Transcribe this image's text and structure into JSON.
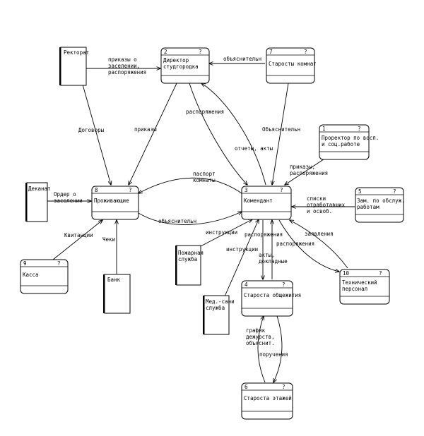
{
  "processes": {
    "p2": {
      "num": "2",
      "q": "?",
      "lines": [
        "Директор",
        "студгородка"
      ]
    },
    "p7": {
      "num": "7",
      "q": "?",
      "lines": [
        "Старосты комнат"
      ]
    },
    "p1": {
      "num": "1",
      "q": "?",
      "lines": [
        "Проректор по восп.",
        "и соц.работе"
      ]
    },
    "p8": {
      "num": "8",
      "q": "?",
      "lines": [
        "Проживающие"
      ]
    },
    "p3": {
      "num": "3",
      "q": "?",
      "lines": [
        "Комендант"
      ]
    },
    "p5": {
      "num": "5",
      "q": "?",
      "lines": [
        "Зам. по обслуж.",
        "работам"
      ]
    },
    "p9": {
      "num": "9",
      "q": "?",
      "lines": [
        "Касса"
      ]
    },
    "p10": {
      "num": "10",
      "q": "?",
      "lines": [
        "Технический",
        "персонал"
      ]
    },
    "p4": {
      "num": "4",
      "q": "?",
      "lines": [
        "Староста общежития"
      ]
    },
    "p6": {
      "num": "6",
      "q": "?",
      "lines": [
        "Староста этажей"
      ]
    }
  },
  "externals": {
    "rectorat": {
      "lines": [
        "Ректорат"
      ]
    },
    "dekanat": {
      "lines": [
        "Деканат"
      ]
    },
    "bank": {
      "lines": [
        "Банк"
      ]
    },
    "fire": {
      "lines": [
        "Пожарная",
        "служба"
      ]
    },
    "med": {
      "lines": [
        "Мед.-сани",
        "служба"
      ]
    }
  },
  "flows": {
    "f_prikazy_zaselenii": [
      "приказы о",
      "заселении,",
      "распоряжения"
    ],
    "f_obyasnitelnaya_top": [
      "объяснительн"
    ],
    "f_dogovory": [
      "Договоры"
    ],
    "f_prikazy": [
      "приказы"
    ],
    "f_rasporyazheniya_top": [
      "распоряжения"
    ],
    "f_otchety_akty": [
      "отчеты, акты"
    ],
    "f_obyasnitelnaya_right": [
      "Объяснительн"
    ],
    "f_prikazy_rasp": [
      "приказы,",
      "распоряжения"
    ],
    "f_pasport": [
      "паспорт",
      "комнаты"
    ],
    "f_order": [
      "Ордер о",
      "заселении"
    ],
    "f_spiski": [
      "списки",
      "отработавших",
      "и освоб."
    ],
    "f_obyasnitelnaya_bottom": [
      "объяснительн"
    ],
    "f_instruktsii_1": [
      "инструкции"
    ],
    "f_kvitantsii": [
      "Квитанции"
    ],
    "f_cheki": [
      "Чеки"
    ],
    "f_rasporyazheniya_1": [
      "распоряжения"
    ],
    "f_zayavleniya": [
      "заявления"
    ],
    "f_instruktsii_2": [
      "инструкции"
    ],
    "f_akty_doklad": [
      "акты,",
      "докладные"
    ],
    "f_rasporyazheniya_2": [
      "распоряжения"
    ],
    "f_grafik": [
      "график",
      "дежурств,",
      "объяснит."
    ],
    "f_porucheniya": [
      "поручения"
    ]
  }
}
